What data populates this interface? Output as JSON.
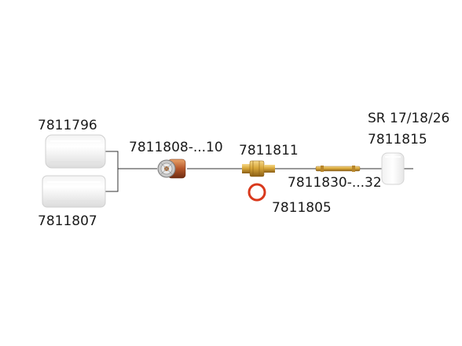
{
  "diagram": {
    "labels": {
      "glass_cup_short": "7811796",
      "glass_cup_long": "7811807",
      "gas_lens": "7811808-...10",
      "collet_body": "7811811",
      "o_ring": "7811805",
      "collet": "7811830-...32",
      "back_cap_series": "SR 17/18/26",
      "back_cap_insulator": "7811815"
    }
  }
}
